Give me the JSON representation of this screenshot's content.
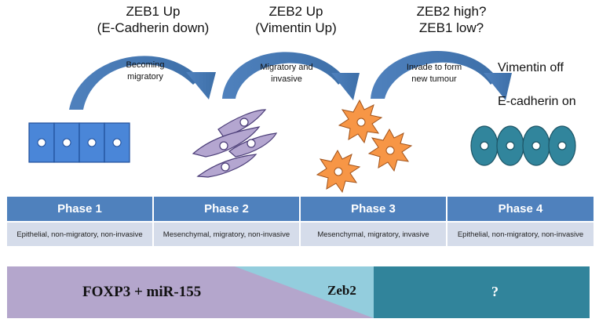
{
  "stages": [
    {
      "label_line1": "ZEB1 Up",
      "label_line2": "(E-Cadherin down)",
      "arrow_label_line1": "Becoming",
      "arrow_label_line2": "migratory"
    },
    {
      "label_line1": "ZEB2 Up",
      "label_line2": "(Vimentin Up)",
      "arrow_label_line1": "Migratory and",
      "arrow_label_line2": "invasive"
    },
    {
      "label_line1": "ZEB2 high?",
      "label_line2": "ZEB1 low?",
      "arrow_label_line1": "Invade to form",
      "arrow_label_line2": "new tumour"
    }
  ],
  "final_markers": {
    "line1": "Vimentin  off",
    "line2": "E-cadherin on"
  },
  "phases": [
    {
      "title": "Phase 1",
      "description": "Epithelial, non-migratory, non-invasive"
    },
    {
      "title": "Phase 2",
      "description": "Mesenchymal, migratory, non-invasive"
    },
    {
      "title": "Phase 3",
      "description": "Mesenchymal, migratory, invasive"
    },
    {
      "title": "Phase 4",
      "description": "Epithelial, non-migratory, non-invasive"
    }
  ],
  "bottom_bar": {
    "left_label": "FOXP3 + miR-155",
    "middle_label": "Zeb2",
    "right_label": "?"
  },
  "colors": {
    "arrow": "#4f81bd",
    "epithelial_cell": "#4a86d8",
    "mesenchymal_cell": "#b4a6d0",
    "invasive_cell": "#f79646",
    "oval_cell": "#31859c",
    "phase_header": "#4f81bd",
    "phase_desc_bg": "#d5dcea",
    "bar_purple": "#b4a6cc",
    "bar_light_blue": "#93cddd",
    "bar_teal": "#31849b"
  }
}
